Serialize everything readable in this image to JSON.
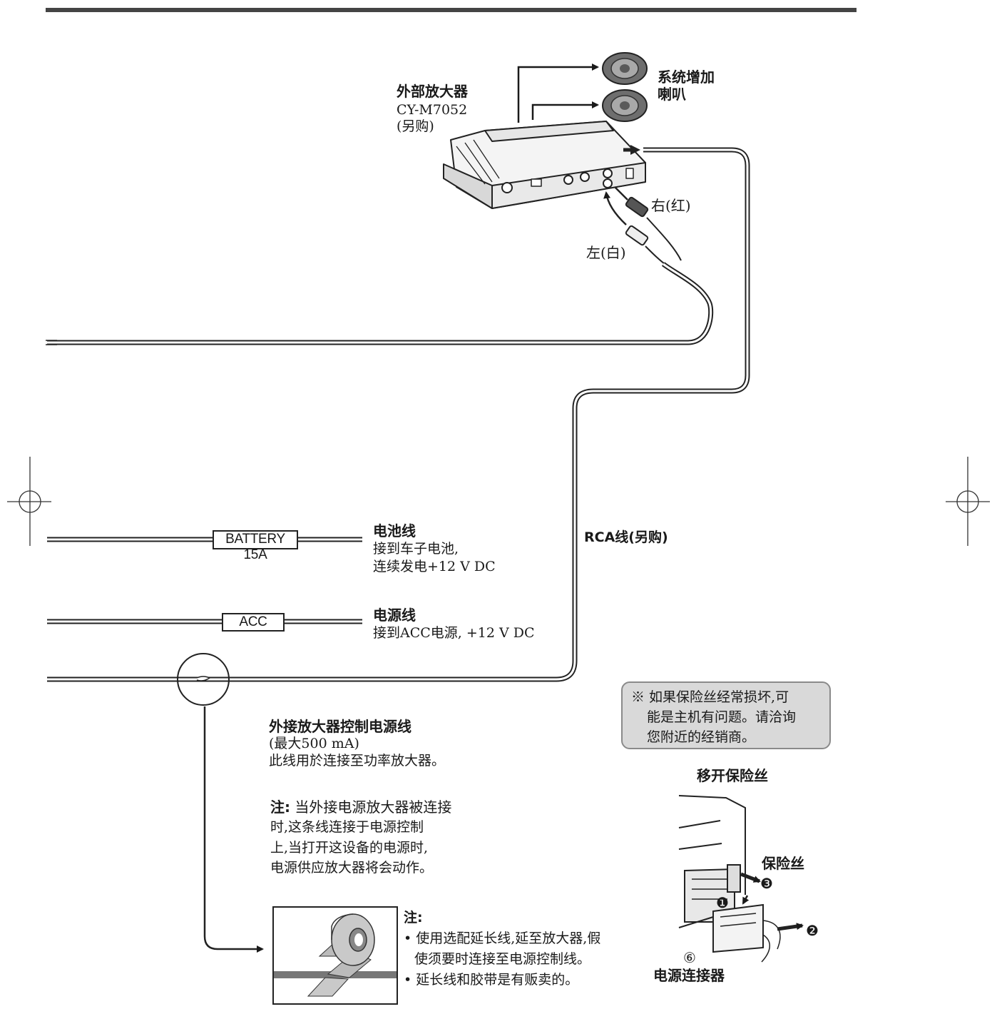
{
  "amplifier": {
    "title": "外部放大器",
    "model": "CY-M7052",
    "note": "(另购)"
  },
  "speakers": {
    "label_line1": "系统增加",
    "label_line2": "喇叭"
  },
  "rca_right": "右(红)",
  "rca_left": "左(白)",
  "rca_cable": "RCA线(另购)",
  "battery": {
    "fuse": "BATTERY 15A",
    "title": "电池线",
    "line1": "接到车子电池,",
    "line2": "连续发电+12 V DC"
  },
  "acc": {
    "fuse": "ACC",
    "title": "电源线",
    "line1": "接到ACC电源, +12 V DC"
  },
  "amp_control": {
    "title": "外接放大器控制电源线",
    "line1": "(最大500 mA)",
    "line2": "此线用於连接至功率放大器。"
  },
  "note1": {
    "label": "注:",
    "line1": "当外接电源放大器被连接",
    "line2": "时,这条线连接于电源控制",
    "line3": "上,当打开这设备的电源时,",
    "line4": "电源供应放大器将会动作。"
  },
  "fuse_warning": {
    "line1": "※ 如果保险丝经常损坏,可",
    "line2": "能是主机有问题。请洽询",
    "line3": "您附近的经销商。"
  },
  "remove_fuse": "移开保险丝",
  "fuse_label": "保险丝",
  "step_markers": {
    "one": "❶",
    "two": "❷",
    "three": "❸"
  },
  "power_connector": {
    "num": "⑥",
    "label": "电源连接器"
  },
  "tape_note": {
    "label": "注:",
    "b1_line1": "• 使用选配延长线,延至放大器,假",
    "b1_line2": "使须要时连接至电源控制线。",
    "b2": "• 延长线和胶带是有贩卖的。"
  },
  "colors": {
    "line": "#1a1a1a",
    "note_bg": "#d9d9d9",
    "device": "#f2f2f2",
    "speaker": "#7d7d7d"
  }
}
